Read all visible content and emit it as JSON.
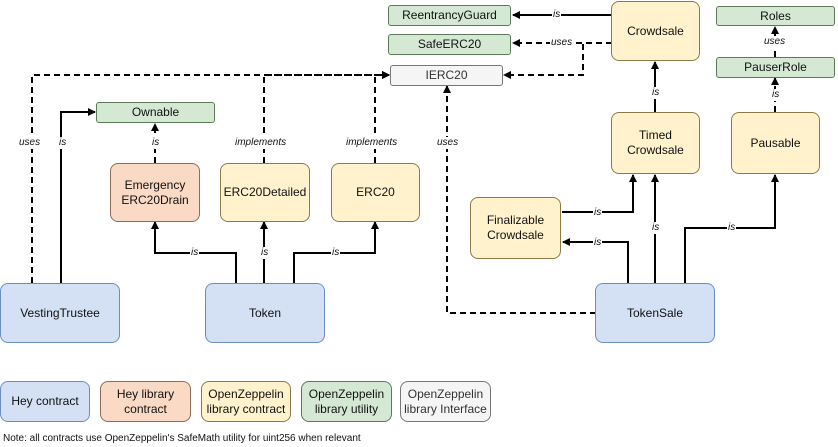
{
  "nodes": {
    "reentrancy_guard": "ReentrancyGuard",
    "safe_erc20": "SafeERC20",
    "ierc20": "IERC20",
    "crowdsale": "Crowdsale",
    "roles": "Roles",
    "pauser_role": "PauserRole",
    "ownable": "Ownable",
    "emergency_erc20_drain": "Emergency\nERC20Drain",
    "erc20_detailed": "ERC20Detailed",
    "erc20": "ERC20",
    "timed_crowdsale": "Timed\nCrowdsale",
    "pausable": "Pausable",
    "finalizable_crowdsale": "Finalizable\nCrowdsale",
    "vesting_trustee": "VestingTrustee",
    "token": "Token",
    "token_sale": "TokenSale"
  },
  "edge_labels": {
    "is": "is",
    "uses": "uses",
    "implements": "implements"
  },
  "legend": {
    "hey_contract": "Hey contract",
    "hey_library_contract": "Hey library\ncontract",
    "oz_library_contract": "OpenZeppelin\nlibrary contract",
    "oz_library_utility": "OpenZeppelin\nlibrary utility",
    "oz_library_interface": "OpenZeppelin\nlibrary Interface"
  },
  "note": "Note: all contracts use OpenZeppelin's SafeMath utility for uint256 when relevant"
}
